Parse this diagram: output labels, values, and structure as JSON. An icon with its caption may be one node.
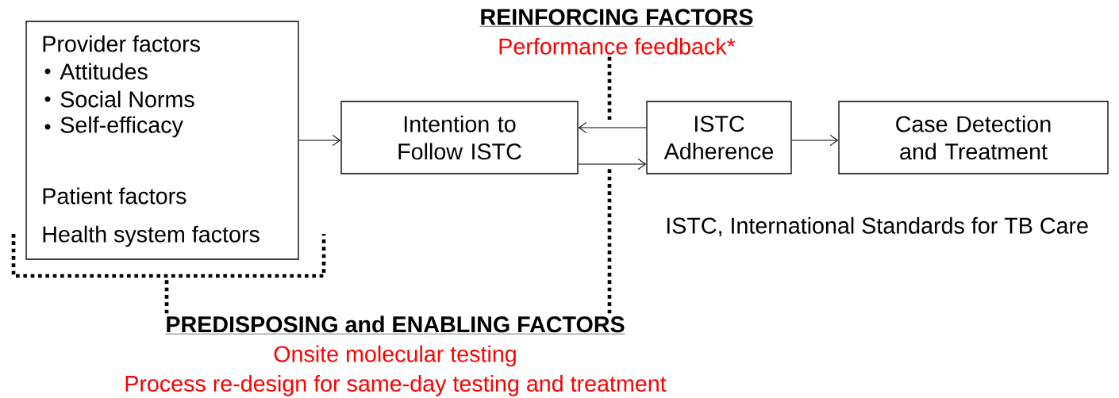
{
  "diagram": {
    "nodes": [
      {
        "text": [
          "Provider factors",
          "Attitudes",
          "Social Norms",
          "Self-efficacy",
          "Patient factors",
          "Health system factors"
        ]
      },
      {
        "text": [
          "Intention to Follow ISTC"
        ]
      },
      {
        "text": [
          "ISTC Adherence"
        ]
      },
      {
        "text": [
          "Case Detection and Treatment"
        ]
      },
      {
        "text": [
          "REINFORCING FACTORS",
          "Performance feedback*"
        ]
      },
      {
        "text": [
          "PREDISPOSING and ENABLING FACTORS",
          "Onsite molecular testing",
          "Process re-design for same-day testing and treatment"
        ]
      }
    ],
    "edges": [
      {
        "from": 0,
        "to": 1,
        "arrow": "to"
      },
      {
        "from": 2,
        "to": 1,
        "arrow": "to"
      },
      {
        "from": 1,
        "to": 2,
        "arrow": "to"
      },
      {
        "from": 2,
        "to": 3,
        "arrow": "to"
      },
      {
        "from": 4,
        "to": null,
        "arrow": "none",
        "style": "dashed"
      },
      {
        "from": 5,
        "to": 0,
        "arrow": "none",
        "style": "dashed"
      },
      {
        "from": 5,
        "to": null,
        "arrow": "none",
        "style": "dashed"
      }
    ],
    "labels": [
      "ISTC, International Standards for TB Care"
    ]
  }
}
